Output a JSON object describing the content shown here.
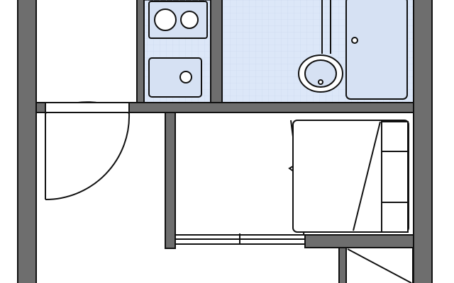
{
  "floor_plan": {
    "colors": {
      "wall": "#6e6e6e",
      "outline": "#111111",
      "wet_area": "#dce7f8",
      "fixture": "#d6e1f3",
      "background": "#ffffff"
    },
    "rooms": [
      "kitchenette",
      "bathroom",
      "entrance-hall",
      "storage-closet",
      "main-room"
    ],
    "fixtures": [
      "two-burner-cooktop",
      "kitchen-sink",
      "toilet",
      "bathtub",
      "hinged-door",
      "sliding-door",
      "loft-ladder",
      "bed"
    ]
  }
}
